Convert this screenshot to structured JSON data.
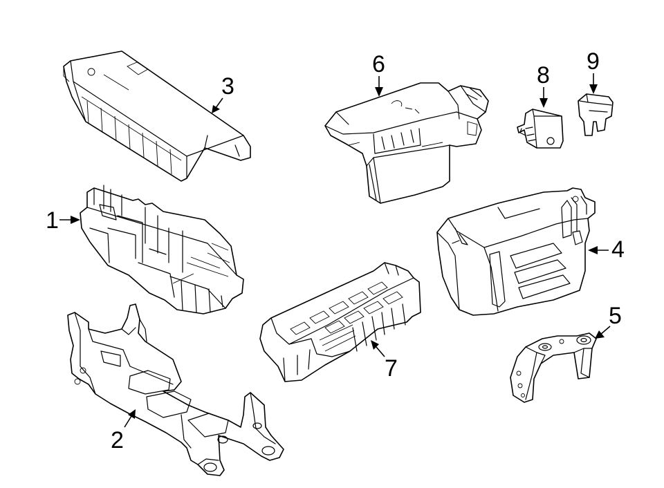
{
  "callouts": {
    "c1": "1",
    "c2": "2",
    "c3": "3",
    "c4": "4",
    "c5": "5",
    "c6": "6",
    "c7": "7",
    "c8": "8",
    "c9": "9"
  },
  "colors": {
    "line": "#000000",
    "background": "#ffffff"
  }
}
